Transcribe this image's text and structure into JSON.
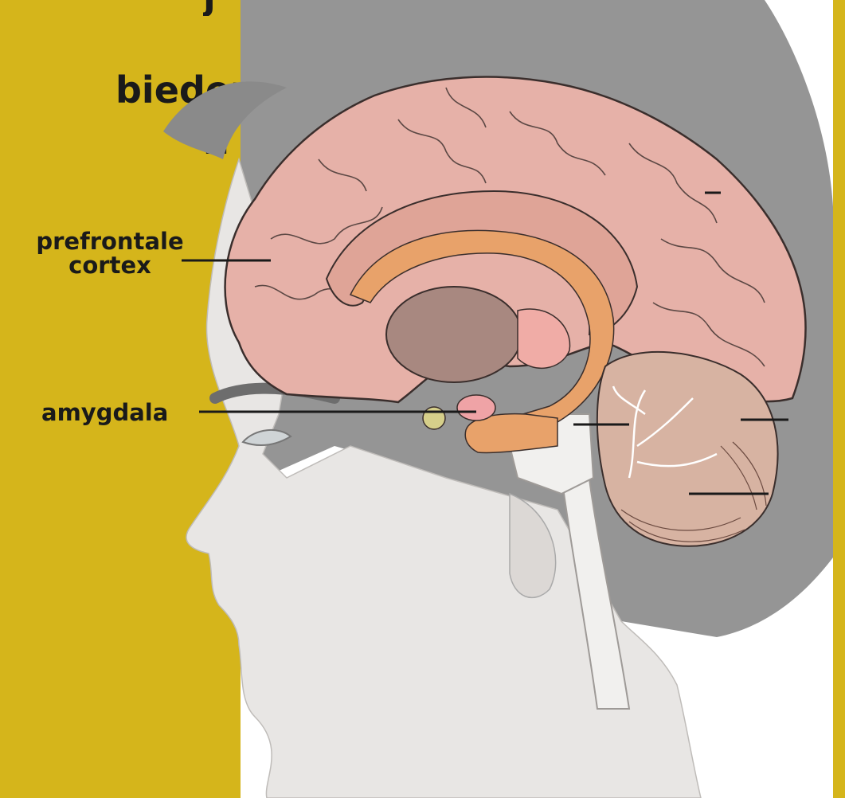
{
  "title": {
    "line0": "j",
    "line1": "bieden",
    "line2": "n"
  },
  "labels": {
    "prefrontal": [
      "prefrontale",
      "cortex"
    ],
    "amygdala": "amygdala"
  },
  "colors": {
    "background_panel": "#d5b51b",
    "hair": "#8a8a8a",
    "skin": "#e8e6e4",
    "cortex": "#e6b1a8",
    "corpus_callosum": "#dfa497",
    "thalamus": "#a88880",
    "amygdala": "#efa3a6",
    "hippocampus": "#e8a26a",
    "cerebellum": "#d7b3a2",
    "text": "#1a1a1a"
  }
}
